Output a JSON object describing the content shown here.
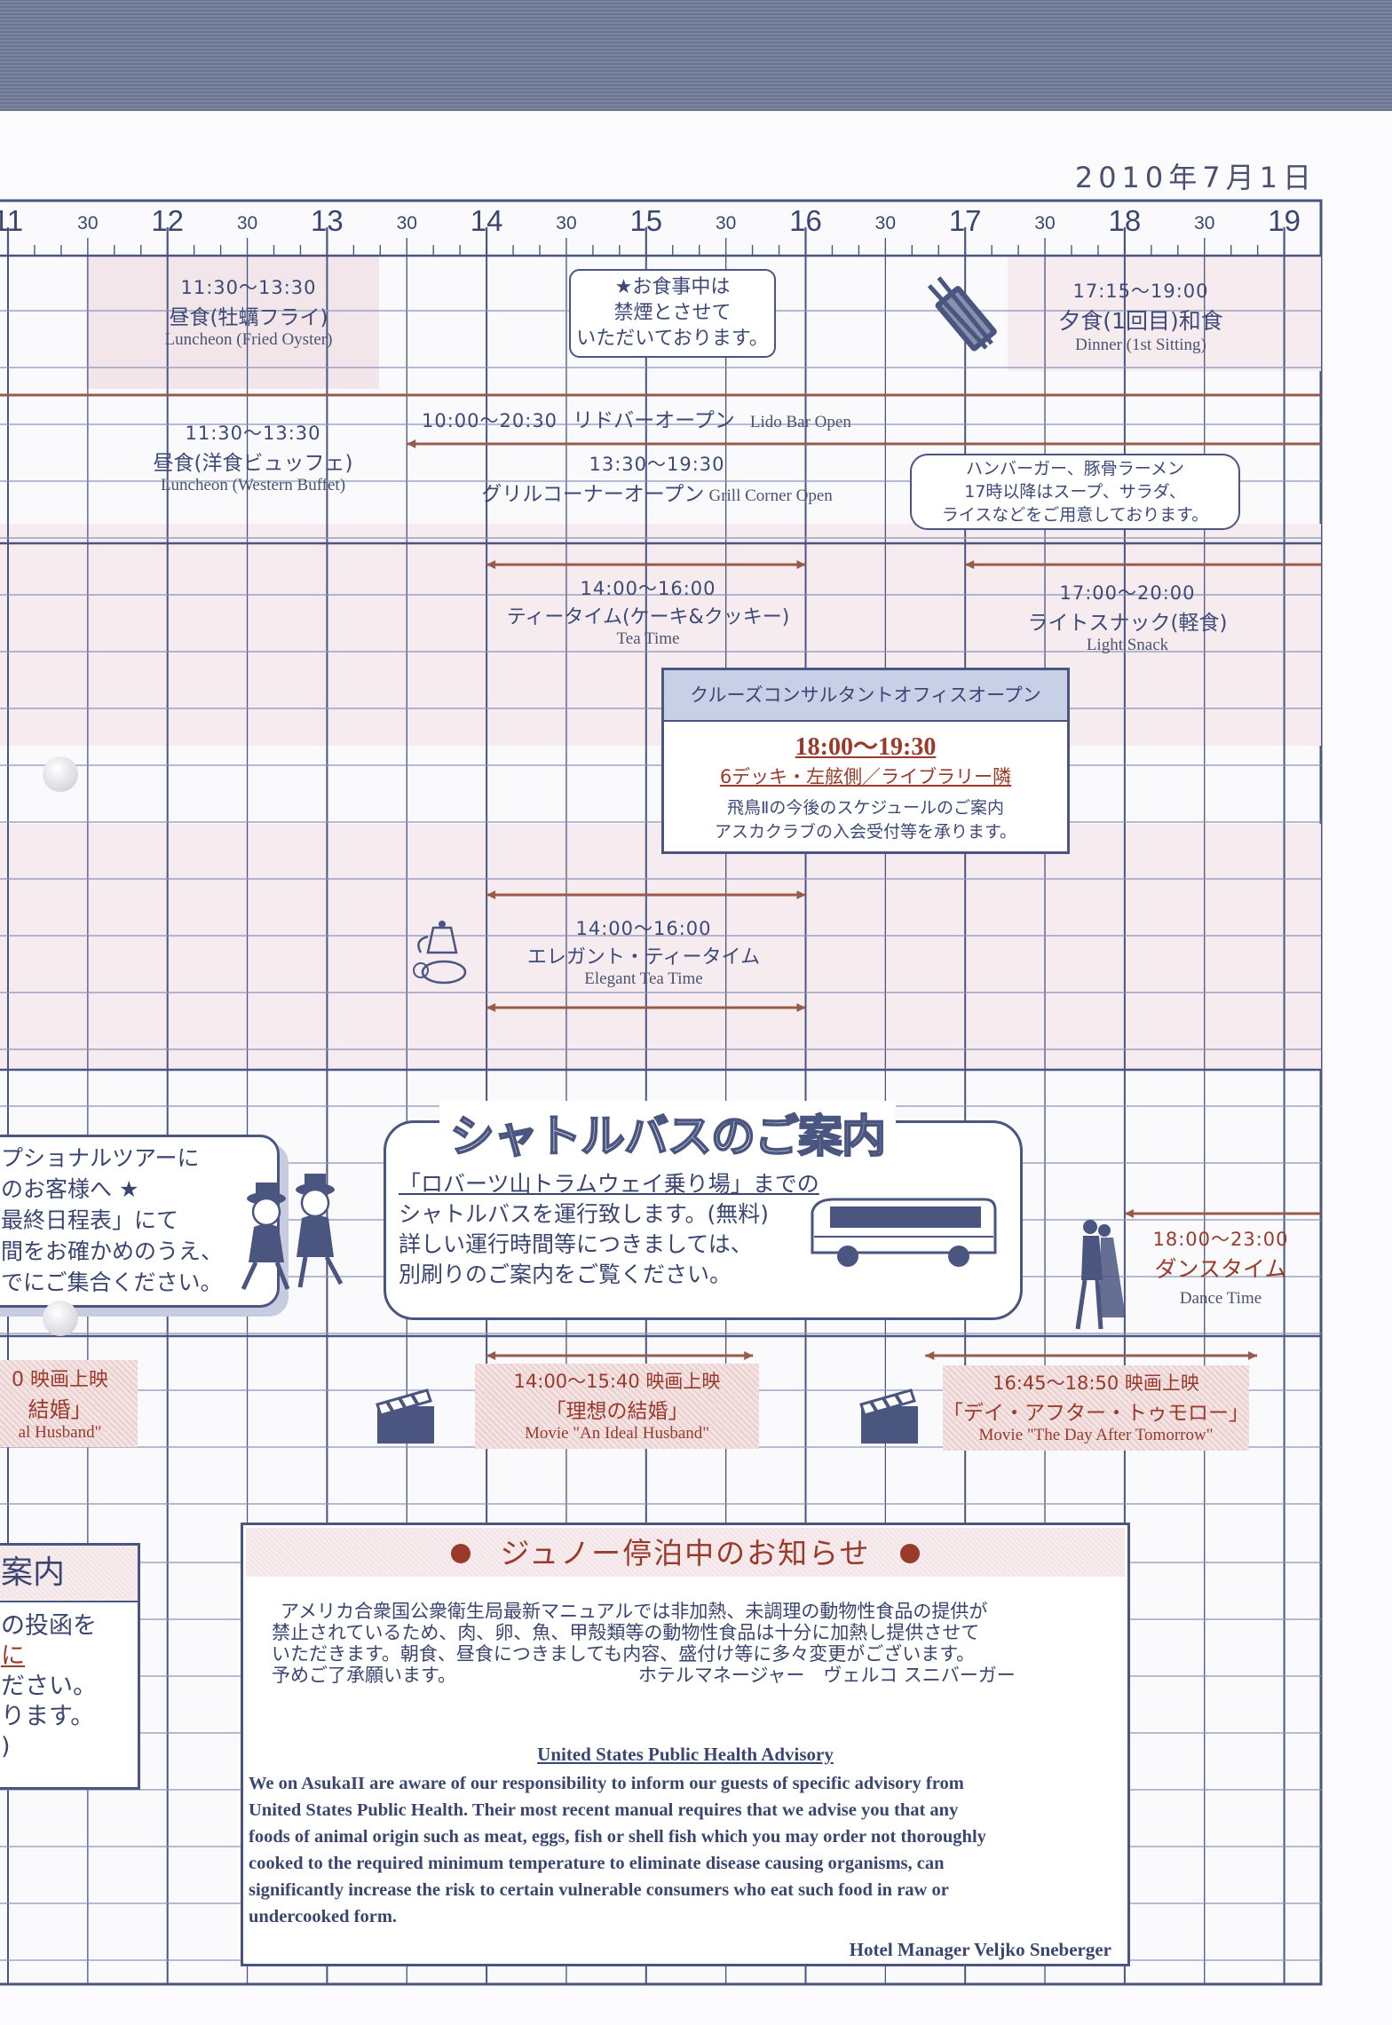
{
  "date": "2010年7月1日",
  "timeline": {
    "hours": [
      "11",
      "12",
      "13",
      "14",
      "15",
      "16",
      "17",
      "18",
      "19"
    ],
    "half_label": "30"
  },
  "events": {
    "luncheon_oyster": {
      "time": "11:30～13:30",
      "jp": "昼食(牡蠣フライ)",
      "en": "Luncheon (Fried Oyster)"
    },
    "no_smoking": {
      "l1": "★お食事中は",
      "l2": "禁煙とさせて",
      "l3": "いただいております。"
    },
    "dinner": {
      "time": "17:15～19:00",
      "jp": "夕食(1回目)和食",
      "en": "Dinner (1st Sitting)"
    },
    "lido_bar": {
      "time": "10:00～20:30",
      "jp": "リドバーオープン",
      "en": "Lido Bar Open"
    },
    "luncheon_buffet": {
      "time": "11:30～13:30",
      "jp": "昼食(洋食ビュッフェ)",
      "en": "Luncheon (Western Buffet)"
    },
    "grill": {
      "time": "13:30～19:30",
      "jp": "グリルコーナーオープン",
      "en": "Grill Corner Open"
    },
    "grill_note": {
      "l1": "ハンバーガー、豚骨ラーメン",
      "l2": "17時以降はスープ、サラダ、",
      "l3": "ライスなどをご用意しております。"
    },
    "tea_time": {
      "time": "14:00～16:00",
      "jp": "ティータイム(ケーキ&クッキー)",
      "en": "Tea Time"
    },
    "light_snack": {
      "time": "17:00～20:00",
      "jp": "ライトスナック(軽食)",
      "en": "Light Snack"
    },
    "consultant": {
      "title": "クルーズコンサルタントオフィスオープン",
      "time": "18:00～19:30",
      "place": "6デッキ・左舷側／ライブラリー隣",
      "l1": "飛鳥Ⅱの今後のスケジュールのご案内",
      "l2": "アスカクラブの入会受付等を承ります。"
    },
    "elegant_tea": {
      "time": "14:00～16:00",
      "jp": "エレガント・ティータイム",
      "en": "Elegant Tea Time"
    },
    "tour": {
      "l1": "プショナルツアーに",
      "l2": "のお客様へ ★",
      "l3": "最終日程表」にて",
      "l4": "間をお確かめのうえ、",
      "l5": "でにご集合ください。"
    },
    "shuttle": {
      "title": "シャトルバスのご案内",
      "l1": "「ロバーツ山トラムウェイ乗り場」までの",
      "l2": "シャトルバスを運行致します。(無料)",
      "l3": "詳しい運行時間等につきましては、",
      "l4": "別刷りのご案内をご覧ください。"
    },
    "dance": {
      "time": "18:00～23:00",
      "jp": "ダンスタイム",
      "en": "Dance Time"
    },
    "movie1": {
      "l1": "0 映画上映",
      "l2": "結婚」",
      "l3": "al Husband\""
    },
    "movie2": {
      "l1": "14:00～15:40 映画上映",
      "l2": "「理想の結婚」",
      "l3": "Movie \"An Ideal Husband\""
    },
    "movie3": {
      "l1": "16:45～18:50 映画上映",
      "l2": "「デイ・アフター・トゥモロー」",
      "l3": "Movie \"The Day After Tomorrow\""
    },
    "left_box": {
      "title": "案内",
      "l1": "の投函を",
      "l2": "に",
      "l3": "ださい。",
      "l4": "ります。",
      "l5": ")"
    }
  },
  "notice": {
    "title": "ジュノー停泊中のお知らせ",
    "jp1": "アメリカ合衆国公衆衛生局最新マニュアルでは非加熱、未調理の動物性食品の提供が",
    "jp2": "禁止されているため、肉、卵、魚、甲殻類等の動物性食品は十分に加熱し提供させて",
    "jp3": "いただきます。朝食、昼食につきましても内容、盛付け等に多々変更がございます。",
    "jp4": "予めご了承願います。",
    "jp_sign": "ホテルマネージャー　ヴェルコ スニバーガー",
    "en_title": "United States Public Health Advisory",
    "en1": "We on AsukaII are aware of our responsibility to inform our guests of specific advisory from",
    "en2": "United States Public Health. Their most recent manual requires that we advise you that any",
    "en3": "foods of animal origin such as meat, eggs, fish or shell fish which you may order not thoroughly",
    "en4": "cooked to the required minimum temperature to eliminate disease causing organisms, can",
    "en5": "significantly increase the risk to certain vulnerable consumers who eat such food in raw or",
    "en6": "undercooked form.",
    "en_sign": "Hotel Manager  Veljko Sneberger"
  }
}
